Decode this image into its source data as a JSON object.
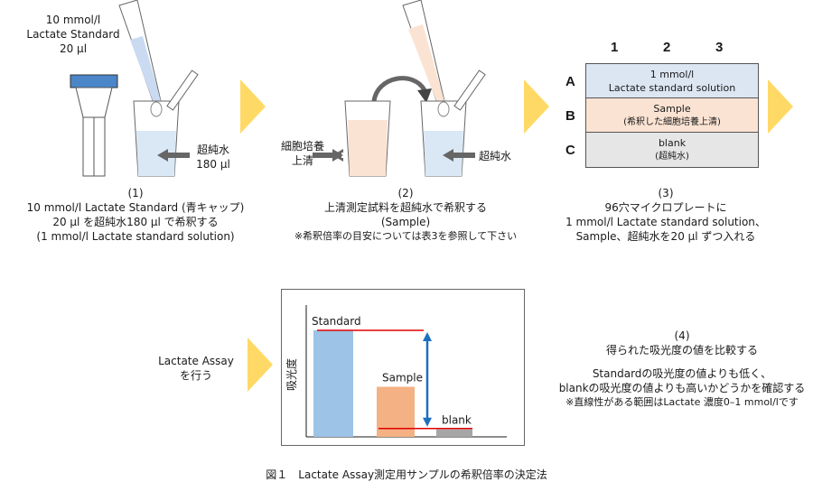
{
  "step1": {
    "label_top": [
      "10 mmol/l",
      "Lactate Standard",
      "20 µl"
    ],
    "label_water": [
      "超純水",
      "180 µl"
    ],
    "caption": [
      "(1)",
      "10 mmol/l Lactate Standard (青キャップ)",
      "20 µl を超純水180 µl で希釈する",
      "(1 mmol/l Lactate standard solution)"
    ]
  },
  "step2": {
    "label_supernatant": [
      "細胞培養",
      "上清"
    ],
    "label_water": "超純水",
    "caption": [
      "(2)",
      "上清測定試料を超純水で希釈する",
      "(Sample)",
      "※希釈倍率の目安については表3を参照して下さい"
    ]
  },
  "step3": {
    "columns": [
      "1",
      "2",
      "3"
    ],
    "rows": [
      {
        "letter": "A",
        "lines": [
          "1 mmol/l",
          "Lactate standard solution"
        ],
        "color": "#dce6f2"
      },
      {
        "letter": "B",
        "lines": [
          "Sample",
          "(希釈した細胞培養上清)"
        ],
        "color": "#fbe3d3"
      },
      {
        "letter": "C",
        "lines": [
          "blank",
          "(超純水)"
        ],
        "color": "#e6e6e6"
      }
    ],
    "caption": [
      "(3)",
      "96穴マイクロプレートに",
      "1 mmol/l Lactate standard solution、",
      "Sample、超純水を20 µl ずつ入れる"
    ]
  },
  "step4": {
    "left_label": [
      "Lactate Assay",
      "を行う"
    ],
    "chart": {
      "ylabel": "吸光度",
      "bars": [
        {
          "name": "Standard",
          "value": 1.0,
          "color": "#9dc3e6"
        },
        {
          "name": "Sample",
          "value": 0.47,
          "color": "#f4b183"
        },
        {
          "name": "blank",
          "value": 0.07,
          "color": "#a6a6a6"
        }
      ]
    },
    "caption": [
      "(4)",
      "得られた吸光度の値を比較する",
      "Standardの吸光度の値よりも低く、",
      "blankの吸光度の値よりも高いかどうかを確認する",
      "※直線性がある範囲はLactate 濃度0–1 mmol/lです"
    ]
  },
  "figure_caption": "図１　Lactate Assay測定用サンプルの希釈倍率の決定法",
  "colors": {
    "arrow": "#ffd966",
    "water": "#dae8f5",
    "tube_cap": "#4a86c8",
    "red_line": "#e00000",
    "blue_arrow": "#1f6fc1"
  }
}
